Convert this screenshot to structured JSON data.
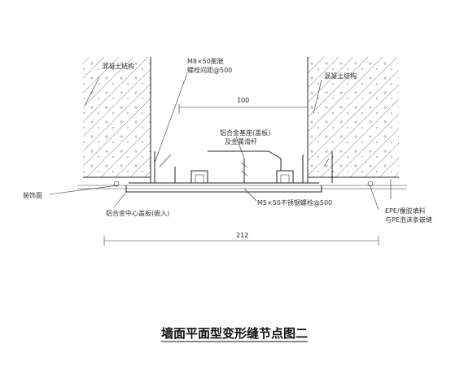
{
  "labels": {
    "concrete_left": "混凝土结构",
    "anchor": "M8×50膨胀",
    "anchor_spacing": "螺栓间距@500",
    "concrete_right": "混凝土结构",
    "gap_dim": "100",
    "cover_plate": "铝合金基座(盖板)",
    "rubber_strip": "及金属滑杆",
    "finish_face": "装饰面",
    "aluminum_plate": "铝合金中心盖板(嵌入)",
    "screw": "M5×50不锈钢螺栓@500",
    "pe_bar": "EPE/橡胶填料",
    "sealant": "与PE泡沫条嵌缝",
    "total_dim": "212",
    "title": "墙面平面型变形缝节点图二"
  },
  "colors": {
    "line": "#222222",
    "hatch": "#555555",
    "background": "#ffffff"
  }
}
